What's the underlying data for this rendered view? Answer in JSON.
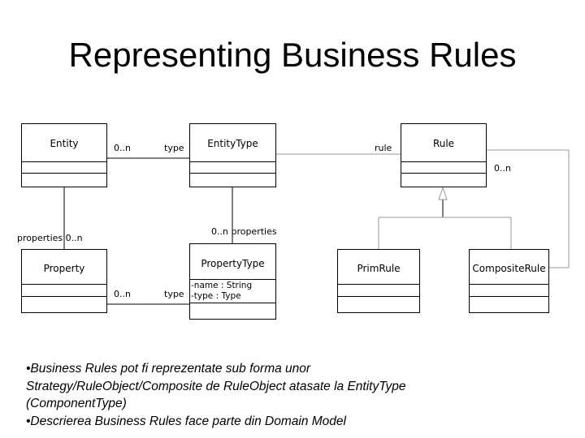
{
  "slide": {
    "title": "Representing Business Rules"
  },
  "diagram": {
    "classes": {
      "entity": "Entity",
      "entity_type": "EntityType",
      "rule": "Rule",
      "property": "Property",
      "property_type": "PropertyType",
      "property_type_attrs": [
        "-name : String",
        "-type : Type"
      ],
      "prim_rule": "PrimRule",
      "composite_rule": "CompositeRule"
    },
    "labels": {
      "entity_mult": "0..n",
      "entity_role": "type",
      "rule_role": "rule",
      "rule_self_mult": "0..n",
      "entity_props": "properties  0..n",
      "entitytype_props": "0..n  properties",
      "property_mult": "0..n",
      "property_role": "type"
    }
  },
  "notes": {
    "line1": "•Business Rules pot fi reprezentate sub forma unor",
    "line2": "Strategy/RuleObject/Composite de RuleObject  atasate  la EntityType",
    "line3": "(ComponentType)",
    "line4": "•Descrierea Business Rules face parte din Domain Model"
  }
}
